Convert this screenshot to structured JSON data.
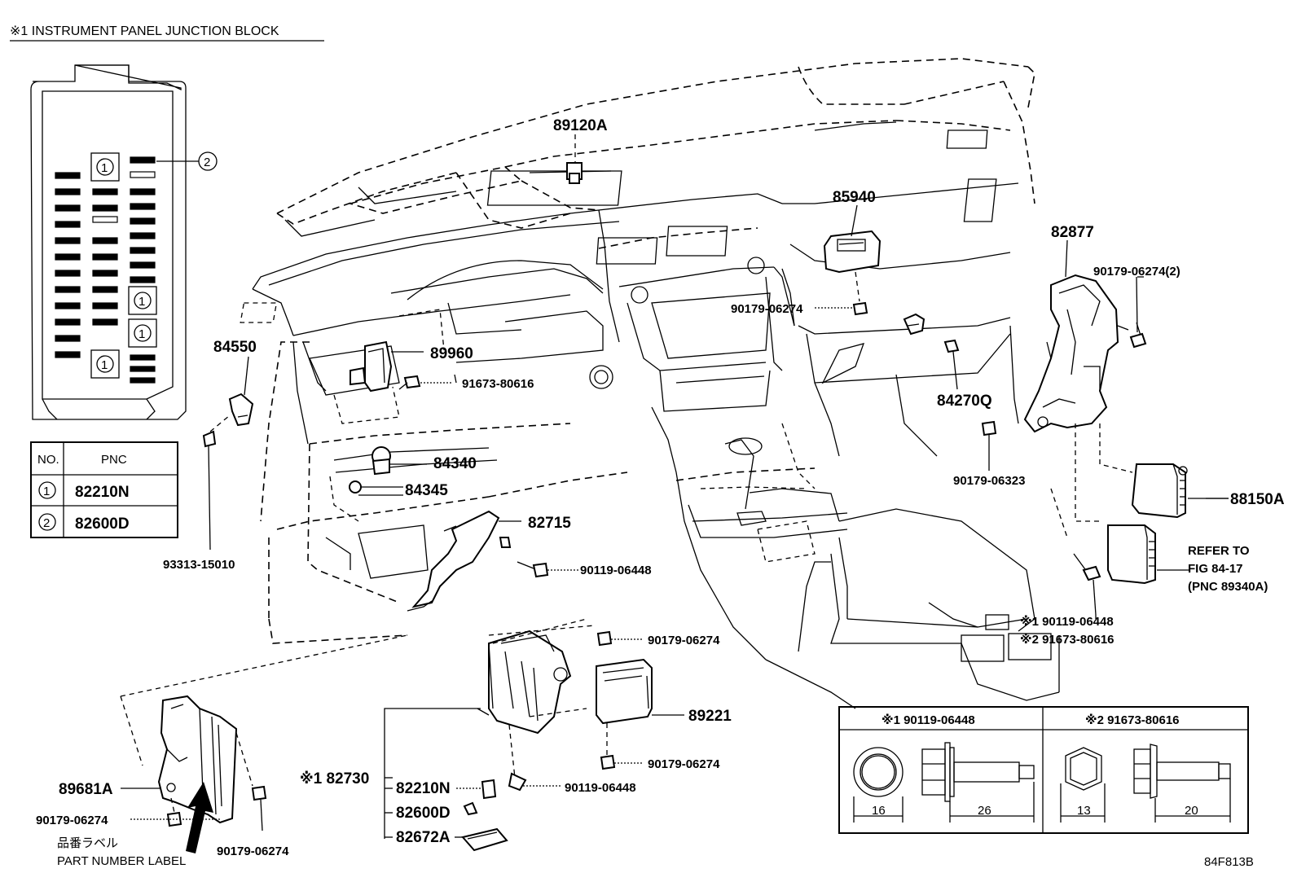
{
  "header": {
    "title": "※1 INSTRUMENT PANEL JUNCTION BLOCK"
  },
  "fuse_block": {
    "marker_1": "1",
    "marker_2": "2"
  },
  "pnc_table": {
    "col_no": "NO.",
    "col_pnc": "PNC",
    "rows": [
      {
        "no": "1",
        "pnc": "82210N"
      },
      {
        "no": "2",
        "pnc": "82600D"
      }
    ]
  },
  "callouts": {
    "p89120A": "89120A",
    "p85940": "85940",
    "p82877": "82877",
    "p90179_06274_2": "90179-06274(2)",
    "p90179_06274_top": "90179-06274",
    "p84550": "84550",
    "p89960": "89960",
    "p91673_80616": "91673-80616",
    "p84270Q": "84270Q",
    "p84340": "84340",
    "p84345": "84345",
    "p90179_06323": "90179-06323",
    "p88150A": "88150A",
    "p82715": "82715",
    "p93313_15010": "93313-15010",
    "p90119_06448_a": "90119-06448",
    "refer_line1": "REFER TO",
    "refer_line2": "FIG 84-17",
    "refer_line3": "(PNC 89340A)",
    "note1": "※1 90119-06448",
    "note2": "※2 91673-80616",
    "p90179_06274_c": "90179-06274",
    "p89221": "89221",
    "p90179_06274_d": "90179-06274",
    "p82730": "※1 82730",
    "p82210N": "82210N",
    "p90119_06448_b": "90119-06448",
    "p82600D": "82600D",
    "p82672A": "82672A",
    "p89681A": "89681A",
    "p90179_06274_e": "90179-06274",
    "p90179_06274_f": "90179-06274",
    "label_jp": "品番ラベル",
    "label_en": "PART NUMBER LABEL"
  },
  "fastener_box": {
    "left_title": "※1 90119-06448",
    "right_title": "※2 91673-80616",
    "dim_left_head": "16",
    "dim_left_shank": "26",
    "dim_right_head": "13",
    "dim_right_shank": "20"
  },
  "figure_code": "84F813B"
}
